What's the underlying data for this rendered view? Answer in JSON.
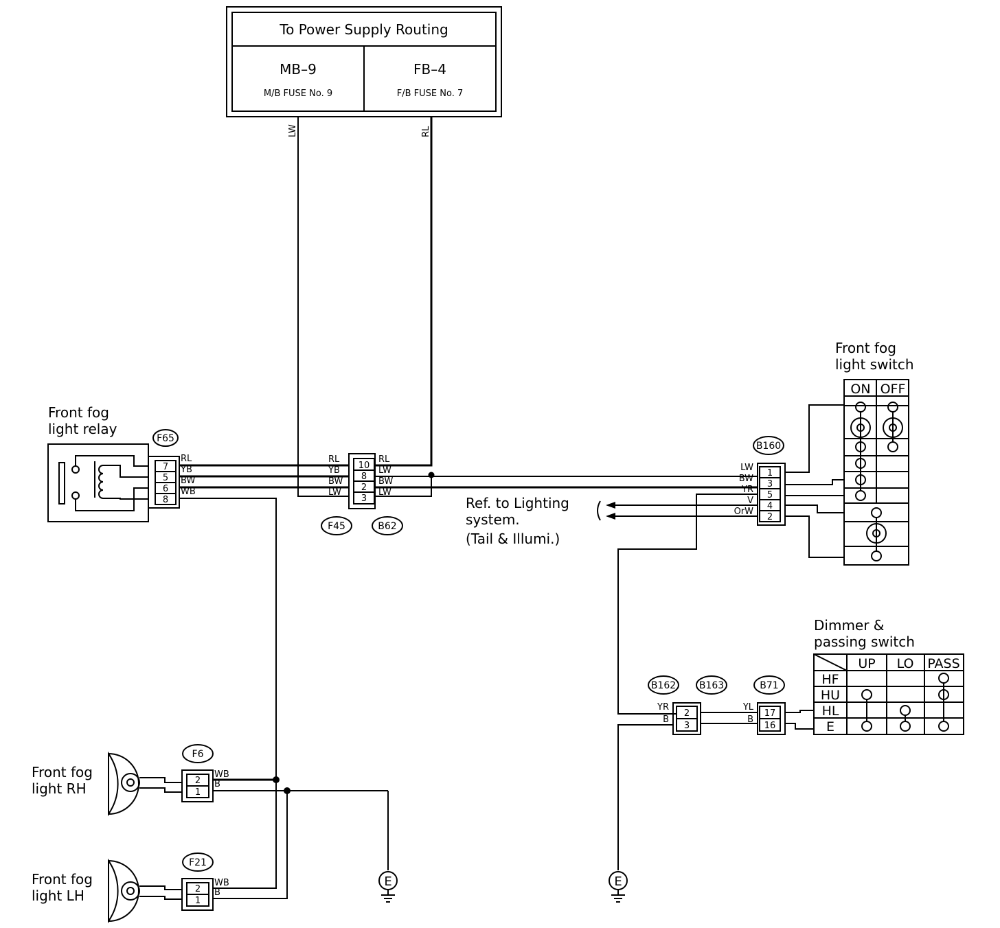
{
  "power_box": {
    "title": "To Power Supply Routing",
    "left_main": "MB–9",
    "left_sub": "M/B FUSE No. 9",
    "right_main": "FB–4",
    "right_sub": "F/B FUSE No. 7"
  },
  "feed_wires": {
    "left": "LW",
    "right": "RL"
  },
  "relay": {
    "name_line1": "Front fog",
    "name_line2": "light relay",
    "connector": "F65",
    "pins": [
      "7",
      "5",
      "6",
      "8"
    ],
    "wires": [
      "RL",
      "YB",
      "BW",
      "WB"
    ]
  },
  "junction": {
    "left_id": "F45",
    "right_id": "B62",
    "pins": [
      "10",
      "8",
      "2",
      "3"
    ],
    "left_wires": [
      "RL",
      "YB",
      "BW",
      "LW"
    ],
    "right_wires": [
      "RL",
      "LW",
      "BW",
      "LW"
    ]
  },
  "switch_conn": {
    "id": "B160",
    "pins": [
      "1",
      "3",
      "5",
      "4",
      "2"
    ],
    "wires": [
      "LW",
      "BW",
      "YR",
      "V",
      "OrW"
    ]
  },
  "fog_switch": {
    "name_line1": "Front fog",
    "name_line2": "light switch",
    "col_on": "ON",
    "col_off": "OFF"
  },
  "ref_note": {
    "line1": "Ref. to Lighting",
    "line2": "system.",
    "line3": "(Tail & Illumi.)"
  },
  "dimmer": {
    "name_line1": "Dimmer &",
    "name_line2": "passing switch",
    "cols": [
      "UP",
      "LO",
      "PASS"
    ],
    "rows": [
      "HF",
      "HU",
      "HL",
      "E"
    ]
  },
  "b162": {
    "id": "B162",
    "pins": [
      "2",
      "3"
    ],
    "wires": [
      "YR",
      "B"
    ]
  },
  "b163": {
    "id": "B163"
  },
  "b71": {
    "id": "B71",
    "pins": [
      "17",
      "16"
    ],
    "wires": [
      "YL",
      "B"
    ]
  },
  "rh": {
    "name_line1": "Front fog",
    "name_line2": "light RH",
    "connector": "F6",
    "pins": [
      "2",
      "1"
    ],
    "wires": [
      "WB",
      "B"
    ]
  },
  "lh": {
    "name_line1": "Front fog",
    "name_line2": "light LH",
    "connector": "F21",
    "pins": [
      "2",
      "1"
    ],
    "wires": [
      "WB",
      "B"
    ]
  },
  "ground": {
    "left": "E",
    "right": "E"
  }
}
